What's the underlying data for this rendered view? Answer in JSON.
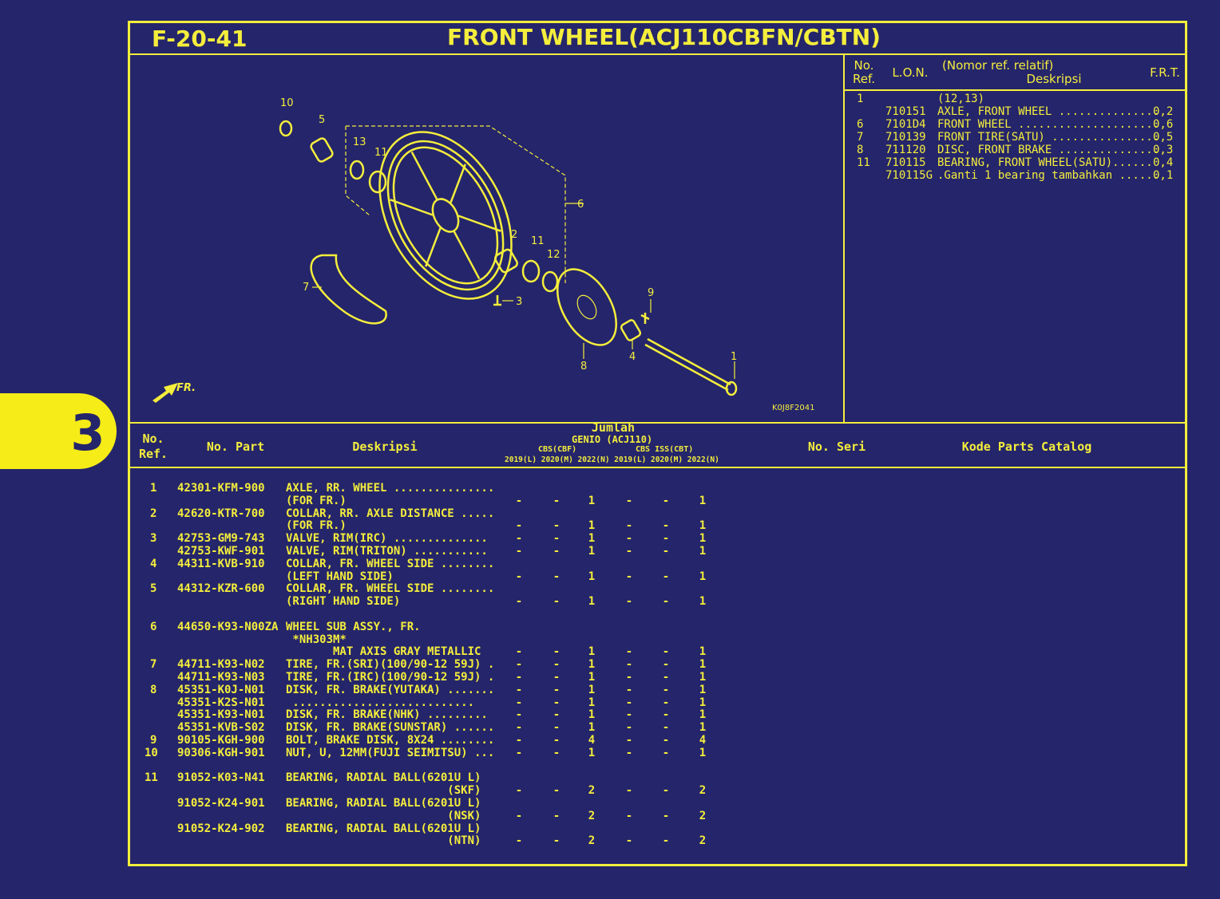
{
  "section_tab": "3",
  "header": {
    "code": "F-20-41",
    "title": "FRONT WHEEL(ACJ110CBFN/CBTN)"
  },
  "diagram": {
    "labels": [
      "10",
      "5",
      "13",
      "11",
      "6",
      "2",
      "11",
      "12",
      "7",
      "3",
      "9",
      "4",
      "8",
      "1"
    ],
    "fr_marker": "FR.",
    "code": "K0J8F2041"
  },
  "ref_table": {
    "h_no": "No.",
    "h_ref": "Ref.",
    "h_lon": "L.O.N.",
    "h_desc_1": "(Nomor ref. relatif)",
    "h_desc_2": "Deskripsi",
    "h_frt": "F.R.T.",
    "rows": [
      {
        "ref": "1",
        "lon": "",
        "desc": "(12,13)",
        "frt": ""
      },
      {
        "ref": "",
        "lon": "710151",
        "desc": "AXLE, FRONT WHEEL ...............",
        "frt": "0,2"
      },
      {
        "ref": "6",
        "lon": "7101D4",
        "desc": "FRONT WHEEL .....................",
        "frt": "0,6"
      },
      {
        "ref": "7",
        "lon": "710139",
        "desc": "FRONT TIRE(SATU) ................",
        "frt": "0,5"
      },
      {
        "ref": "8",
        "lon": "711120",
        "desc": "DISC, FRONT BRAKE ...............",
        "frt": "0,3"
      },
      {
        "ref": "11",
        "lon": "710115",
        "desc": "BEARING, FRONT WHEEL(SATU)......",
        "frt": "0,4"
      },
      {
        "ref": "",
        "lon": "710115G",
        "desc": ".Ganti 1 bearing tambahkan ......",
        "frt": "0,1"
      }
    ]
  },
  "parts_header": {
    "no": "No.",
    "ref": "Ref.",
    "part": "No. Part",
    "desc": "Deskripsi",
    "jumlah": "Jumlah",
    "model": "GENIO (ACJ110)",
    "cbs": "CBS(CBF)",
    "iss": "CBS ISS(CBT)",
    "years": "2019(L) 2020(M) 2022(N) 2019(L) 2020(M) 2022(N)",
    "seri": "No. Seri",
    "catalog": "Kode Parts Catalog"
  },
  "parts": [
    {
      "ref": "1",
      "part": "42301-KFM-900",
      "desc": "AXLE, RR. WHEEL ..............."
    },
    {
      "ref": "",
      "part": "",
      "desc": "(FOR FR.)",
      "q": [
        "-",
        "-",
        "1",
        "-",
        "-",
        "1"
      ]
    },
    {
      "ref": "2",
      "part": "42620-KTR-700",
      "desc": "COLLAR, RR. AXLE DISTANCE ....."
    },
    {
      "ref": "",
      "part": "",
      "desc": "(FOR FR.)",
      "q": [
        "-",
        "-",
        "1",
        "-",
        "-",
        "1"
      ]
    },
    {
      "ref": "3",
      "part": "42753-GM9-743",
      "desc": "VALVE, RIM(IRC) ..............",
      "q": [
        "-",
        "-",
        "1",
        "-",
        "-",
        "1"
      ]
    },
    {
      "ref": "",
      "part": "42753-KWF-901",
      "desc": "VALVE, RIM(TRITON) ...........",
      "q": [
        "-",
        "-",
        "1",
        "-",
        "-",
        "1"
      ]
    },
    {
      "ref": "4",
      "part": "44311-KVB-910",
      "desc": "COLLAR, FR. WHEEL SIDE ........"
    },
    {
      "ref": "",
      "part": "",
      "desc": "(LEFT HAND SIDE)",
      "q": [
        "-",
        "-",
        "1",
        "-",
        "-",
        "1"
      ]
    },
    {
      "ref": "5",
      "part": "44312-KZR-600",
      "desc": "COLLAR, FR. WHEEL SIDE ........"
    },
    {
      "ref": "",
      "part": "",
      "desc": "(RIGHT HAND SIDE)",
      "q": [
        "-",
        "-",
        "1",
        "-",
        "-",
        "1"
      ]
    },
    {
      "ref": "",
      "part": "",
      "desc": ""
    },
    {
      "ref": "6",
      "part": "44650-K93-N00ZA",
      "desc": "WHEEL SUB ASSY., FR."
    },
    {
      "ref": "",
      "part": "",
      "desc": " *NH303M*"
    },
    {
      "ref": "",
      "part": "",
      "desc": "       MAT AXIS GRAY METALLIC",
      "q": [
        "-",
        "-",
        "1",
        "-",
        "-",
        "1"
      ]
    },
    {
      "ref": "7",
      "part": "44711-K93-N02",
      "desc": "TIRE, FR.(SRI)(100/90-12 59J) .",
      "q": [
        "-",
        "-",
        "1",
        "-",
        "-",
        "1"
      ]
    },
    {
      "ref": "",
      "part": "44711-K93-N03",
      "desc": "TIRE, FR.(IRC)(100/90-12 59J) .",
      "q": [
        "-",
        "-",
        "1",
        "-",
        "-",
        "1"
      ]
    },
    {
      "ref": "8",
      "part": "45351-K0J-N01",
      "desc": "DISK, FR. BRAKE(YUTAKA) .......",
      "q": [
        "-",
        "-",
        "1",
        "-",
        "-",
        "1"
      ]
    },
    {
      "ref": "",
      "part": "45351-K2S-N01",
      "desc": " ...........................",
      "q": [
        "-",
        "-",
        "1",
        "-",
        "-",
        "1"
      ]
    },
    {
      "ref": "",
      "part": "45351-K93-N01",
      "desc": "DISK, FR. BRAKE(NHK) .........",
      "q": [
        "-",
        "-",
        "1",
        "-",
        "-",
        "1"
      ]
    },
    {
      "ref": "",
      "part": "45351-KVB-S02",
      "desc": "DISK, FR. BRAKE(SUNSTAR) ......",
      "q": [
        "-",
        "-",
        "1",
        "-",
        "-",
        "1"
      ]
    },
    {
      "ref": "9",
      "part": "90105-KGH-900",
      "desc": "BOLT, BRAKE DISK, 8X24 ........",
      "q": [
        "-",
        "-",
        "4",
        "-",
        "-",
        "4"
      ]
    },
    {
      "ref": "10",
      "part": "90306-KGH-901",
      "desc": "NUT, U, 12MM(FUJI SEIMITSU) ...",
      "q": [
        "-",
        "-",
        "1",
        "-",
        "-",
        "1"
      ]
    },
    {
      "ref": "",
      "part": "",
      "desc": ""
    },
    {
      "ref": "11",
      "part": "91052-K03-N41",
      "desc": "BEARING, RADIAL BALL(6201U L)"
    },
    {
      "ref": "",
      "part": "",
      "desc": "                        (SKF)",
      "q": [
        "-",
        "-",
        "2",
        "-",
        "-",
        "2"
      ]
    },
    {
      "ref": "",
      "part": "91052-K24-901",
      "desc": "BEARING, RADIAL BALL(6201U L)"
    },
    {
      "ref": "",
      "part": "",
      "desc": "                        (NSK)",
      "q": [
        "-",
        "-",
        "2",
        "-",
        "-",
        "2"
      ]
    },
    {
      "ref": "",
      "part": "91052-K24-902",
      "desc": "BEARING, RADIAL BALL(6201U L)"
    },
    {
      "ref": "",
      "part": "",
      "desc": "                        (NTN)",
      "q": [
        "-",
        "-",
        "2",
        "-",
        "-",
        "2"
      ]
    }
  ]
}
